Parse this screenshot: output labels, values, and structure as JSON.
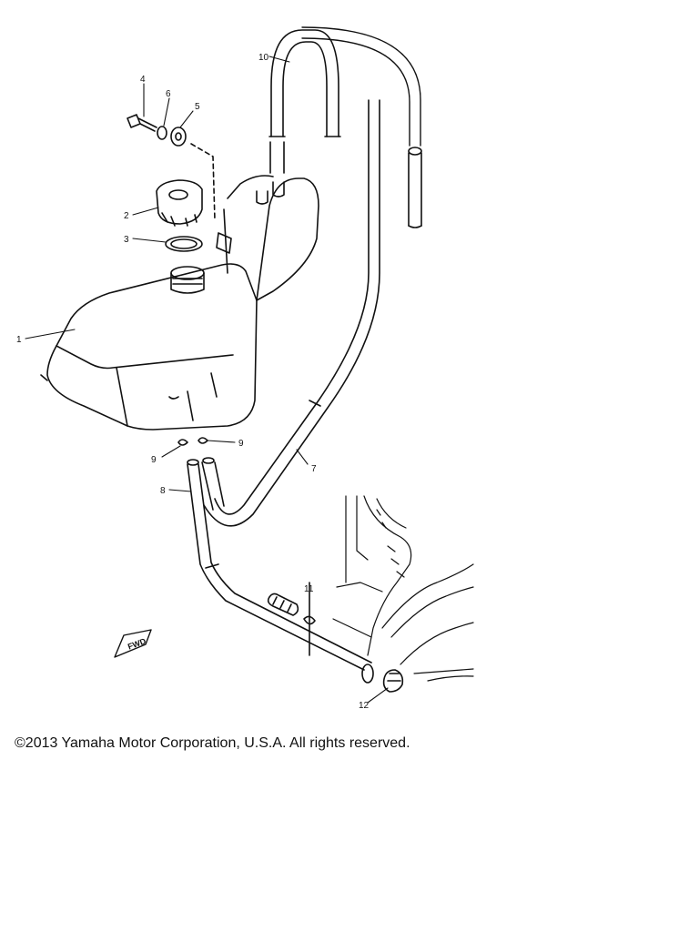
{
  "callouts": [
    {
      "id": "1",
      "label": "1"
    },
    {
      "id": "2",
      "label": "2"
    },
    {
      "id": "3",
      "label": "3"
    },
    {
      "id": "4",
      "label": "4"
    },
    {
      "id": "5",
      "label": "5"
    },
    {
      "id": "6",
      "label": "6"
    },
    {
      "id": "7",
      "label": "7"
    },
    {
      "id": "8",
      "label": "8"
    },
    {
      "id": "9a",
      "label": "9"
    },
    {
      "id": "9b",
      "label": "9"
    },
    {
      "id": "10",
      "label": "10"
    },
    {
      "id": "11",
      "label": "11"
    },
    {
      "id": "12",
      "label": "12"
    }
  ],
  "fwd_label": "FWD",
  "copyright": "©2013 Yamaha Motor Corporation, U.S.A. All rights reserved."
}
